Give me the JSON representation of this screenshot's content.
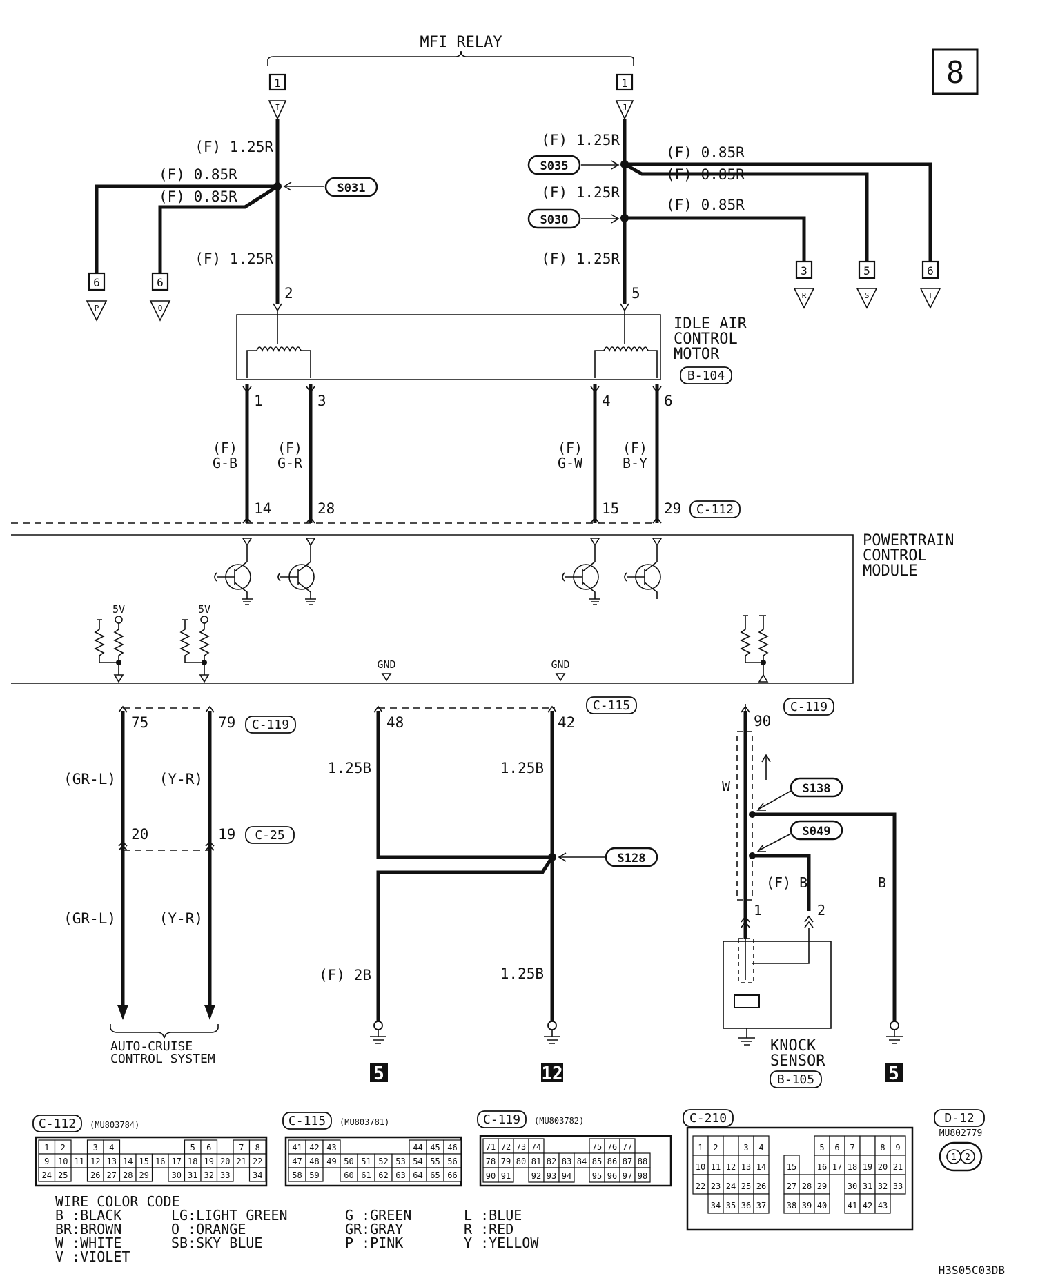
{
  "page_number": "8",
  "relay": {
    "title": "MFI RELAY",
    "left_pin": "1",
    "left_letter": "I",
    "right_pin": "1",
    "right_letter": "J"
  },
  "left_branch": {
    "wire_top": "(F) 1.25R",
    "wire_mid1": "(F) 0.85R",
    "wire_mid2": "(F) 0.85R",
    "wire_bottom": "(F) 1.25R",
    "splice": "S031",
    "conn_p_num": "6",
    "conn_p_letter": "P",
    "conn_q_num": "6",
    "conn_q_letter": "Q",
    "pin": "2"
  },
  "right_branch": {
    "wire_top": "(F) 1.25R",
    "wire_a": "(F) 0.85R",
    "wire_b": "(F) 0.85R",
    "wire_mid": "(F) 1.25R",
    "wire_c": "(F) 0.85R",
    "wire_bottom": "(F) 1.25R",
    "splice_a": "S035",
    "splice_b": "S030",
    "conn_r_num": "3",
    "conn_r_letter": "R",
    "conn_s_num": "5",
    "conn_s_letter": "S",
    "conn_t_num": "6",
    "conn_t_letter": "T",
    "pin": "5"
  },
  "iac_motor": {
    "label_line1": "IDLE AIR",
    "label_line2": "CONTROL",
    "label_line3": "MOTOR",
    "connector": "B-104",
    "pins": [
      "1",
      "3",
      "4",
      "6"
    ],
    "wires": [
      {
        "f": "(F)",
        "color": "G-B"
      },
      {
        "f": "(F)",
        "color": "G-R"
      },
      {
        "f": "(F)",
        "color": "G-W"
      },
      {
        "f": "(F)",
        "color": "B-Y"
      }
    ],
    "pcm_pins": [
      "14",
      "28",
      "15",
      "29"
    ],
    "pcm_connector": "C-112"
  },
  "pcm": {
    "label_line1": "POWERTRAIN",
    "label_line2": "CONTROL",
    "label_line3": "MODULE",
    "v_left": "5V",
    "v_right": "5V",
    "gnd_left": "GND",
    "gnd_right": "GND"
  },
  "cruise": {
    "pin_a": "75",
    "pin_b": "79",
    "connector_top": "C-119",
    "wire_a_upper": "(GR-L)",
    "wire_b_upper": "(Y-R)",
    "pin_c": "20",
    "pin_d": "19",
    "connector_mid": "C-25",
    "wire_a_lower": "(GR-L)",
    "wire_b_lower": "(Y-R)",
    "label_line1": "AUTO-CRUISE",
    "label_line2": "CONTROL SYSTEM"
  },
  "ground_circuit": {
    "pin_a": "48",
    "pin_b": "42",
    "connector": "C-115",
    "wire_a": "1.25B",
    "wire_b": "1.25B",
    "splice": "S128",
    "wire_c": "(F) 2B",
    "wire_d": "1.25B",
    "ground_a": "5",
    "ground_b": "12"
  },
  "knock": {
    "pin": "90",
    "connector": "C-119",
    "shield_label": "W",
    "splice_a": "S138",
    "splice_b": "S049",
    "wire_f": "(F) B",
    "wire_b": "B",
    "sensor_pin1": "1",
    "sensor_pin2": "2",
    "label_line1": "KNOCK",
    "label_line2": "SENSOR",
    "connector_sensor": "B-105",
    "ground": "5"
  },
  "connectors": {
    "c112": {
      "name": "C-112",
      "part": "(MU803784)"
    },
    "c115": {
      "name": "C-115",
      "part": "(MU803781)"
    },
    "c119": {
      "name": "C-119",
      "part": "(MU803782)"
    },
    "c210": {
      "name": "C-210"
    },
    "d12": {
      "name": "D-12",
      "part": "MU802779"
    }
  },
  "wire_color_code": {
    "title": "WIRE COLOR CODE",
    "col1": [
      "B :BLACK",
      "BR:BROWN",
      "W :WHITE",
      "V :VIOLET"
    ],
    "col2": [
      "LG:LIGHT GREEN",
      "O :ORANGE",
      "SB:SKY BLUE"
    ],
    "col3": [
      "G :GREEN",
      "GR:GRAY",
      "P :PINK"
    ],
    "col4": [
      "L :BLUE",
      "R :RED",
      "Y :YELLOW"
    ]
  },
  "doc_code": "H3S05C03DB"
}
